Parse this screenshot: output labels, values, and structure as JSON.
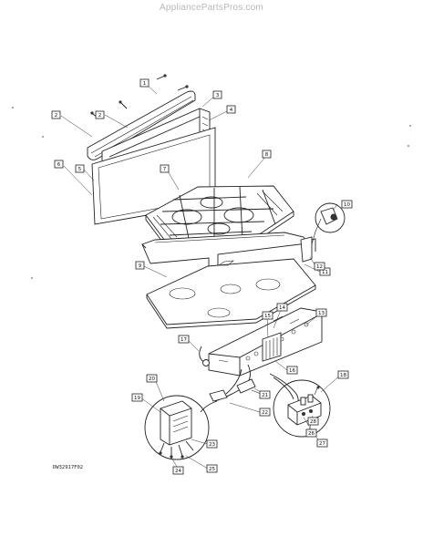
{
  "watermark": "AppliancePartsPros.com",
  "diagram_code": "DW32917F02",
  "callouts": [
    "1",
    "2",
    "3",
    "2",
    "4",
    "5",
    "6",
    "7",
    "8",
    "9",
    "10",
    "11",
    "12",
    "13",
    "14",
    "15",
    "16",
    "17",
    "18",
    "19",
    "20",
    "21",
    "22",
    "23",
    "24",
    "25",
    "26",
    "27",
    "28"
  ]
}
